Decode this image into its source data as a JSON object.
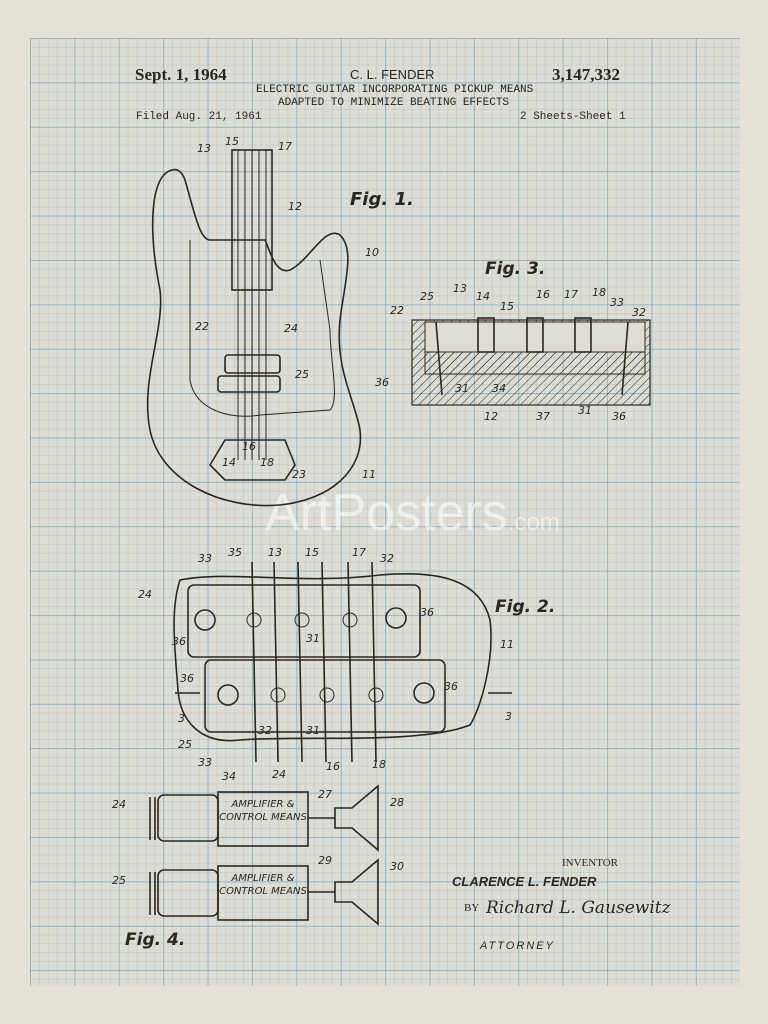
{
  "header": {
    "date": "Sept. 1, 1964",
    "inventor_name": "C. L. FENDER",
    "patent_number": "3,147,332",
    "title_line1": "ELECTRIC GUITAR INCORPORATING PICKUP MEANS",
    "title_line2": "ADAPTED TO MINIMIZE BEATING EFFECTS",
    "filed": "Filed Aug. 21, 1961",
    "sheets": "2 Sheets-Sheet 1"
  },
  "figures": {
    "fig1": {
      "label": "Fig. 1.",
      "refs": [
        "13",
        "15",
        "17",
        "12",
        "10",
        "22",
        "24",
        "25",
        "16",
        "14",
        "18",
        "23",
        "11"
      ]
    },
    "fig2": {
      "label": "Fig. 2.",
      "refs": [
        "33",
        "35",
        "13",
        "15",
        "17",
        "32",
        "24",
        "36",
        "36",
        "31",
        "11",
        "36",
        "36",
        "3",
        "3",
        "25",
        "32",
        "31",
        "33",
        "34",
        "24",
        "16",
        "18"
      ]
    },
    "fig3": {
      "label": "Fig. 3.",
      "refs": [
        "25",
        "13",
        "14",
        "15",
        "16",
        "17",
        "18",
        "33",
        "32",
        "22",
        "36",
        "31",
        "34",
        "12",
        "37",
        "31",
        "36"
      ]
    },
    "fig4": {
      "label": "Fig. 4.",
      "amp1": "AMPLIFIER & CONTROL MEANS",
      "amp2": "AMPLIFIER & CONTROL MEANS",
      "refs": [
        "24",
        "27",
        "28",
        "25",
        "29",
        "30"
      ]
    }
  },
  "signature": {
    "inventor_label": "INVENTOR",
    "inventor": "CLARENCE L. FENDER",
    "by": "BY",
    "attorney_signature": "Richard L. Gausewitz",
    "attorney_label": "ATTORNEY"
  },
  "watermark": {
    "text": "ArtPosters",
    "suffix": ".com"
  }
}
